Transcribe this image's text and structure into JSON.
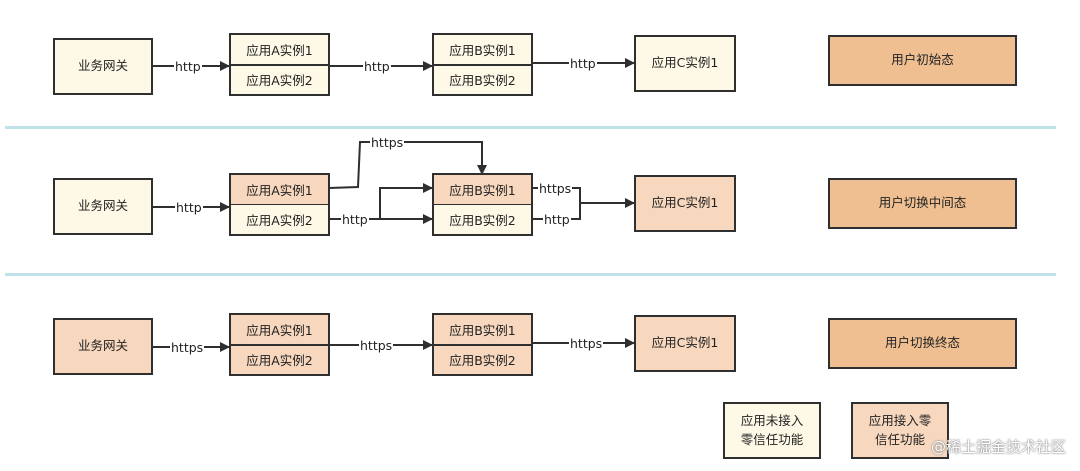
{
  "rows": [
    {
      "gateway": "业务网关",
      "a1": "应用A实例1",
      "a2": "应用A实例2",
      "b1": "应用B实例1",
      "b2": "应用B实例2",
      "c1": "应用C实例1",
      "state": "用户初始态",
      "edge_gw_a": "http",
      "edge_a_b": "http",
      "edge_b_c": "http"
    },
    {
      "gateway": "业务网关",
      "a1": "应用A实例1",
      "a2": "应用A实例2",
      "b1": "应用B实例1",
      "b2": "应用B实例2",
      "c1": "应用C实例1",
      "state": "用户切换中间态",
      "edge_gw_a": "http",
      "edge_a1_b1": "https",
      "edge_a2_b": "http",
      "edge_b1_c": "https",
      "edge_b2_c": "http"
    },
    {
      "gateway": "业务网关",
      "a1": "应用A实例1",
      "a2": "应用A实例2",
      "b1": "应用B实例1",
      "b2": "应用B实例2",
      "c1": "应用C实例1",
      "state": "用户切换终态",
      "edge_gw_a": "https",
      "edge_a_b": "https",
      "edge_b_c": "https"
    }
  ],
  "legend": {
    "plain_line1": "应用未接入",
    "plain_line2": "零信任功能",
    "zt_line1": "应用接入零",
    "zt_line2": "信任功能"
  },
  "watermark": "@稀土掘金技术社区",
  "colors": {
    "plain": "#fdf9e6",
    "zero_trust": "#f7d7bd",
    "state": "#efbf91",
    "separator": "#bfe3e9"
  }
}
